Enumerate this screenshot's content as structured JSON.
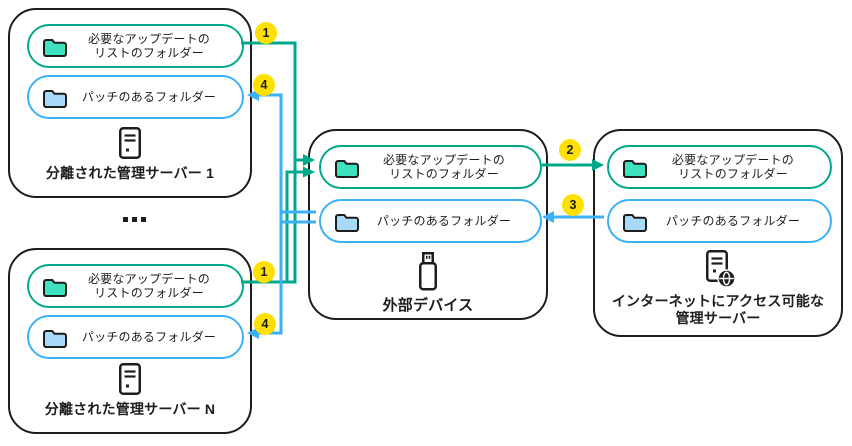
{
  "diagram": {
    "folders": {
      "updates_line1": "必要なアップデートの",
      "updates_line2": "リストのフォルダー",
      "patches": "パッチのあるフォルダー"
    },
    "nodes": {
      "isolated_server_1": "分離された管理サーバー 1",
      "isolated_server_n": "分離された管理サーバー N",
      "external_device": "外部デバイス",
      "internet_server_line1": "インターネットにアクセス可能な",
      "internet_server_line2": "管理サーバー"
    },
    "steps": {
      "s1": "1",
      "s2": "2",
      "s3": "3",
      "s4": "4"
    },
    "separator": "...",
    "colors": {
      "teal_line": "#00a88b",
      "teal_folder_fill": "#3fe2be",
      "blue_line": "#3bb1f5",
      "blue_folder_fill": "#a9d9f8",
      "badge_yellow": "#ffe000",
      "ink": "#1d1d1b"
    }
  }
}
